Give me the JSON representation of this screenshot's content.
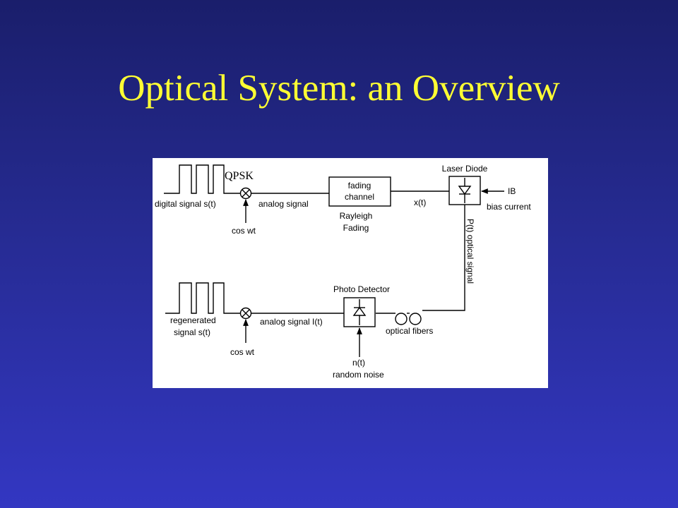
{
  "slide": {
    "title": "Optical System: an Overview",
    "title_color": "#ffff33",
    "background_top": "#1a1e6b",
    "background_bottom": "#3337c2"
  },
  "diagram": {
    "transmitter": {
      "modulation_label": "QPSK",
      "input_label": "digital signal s(t)",
      "carrier_label": "cos wt",
      "output_label": "analog signal"
    },
    "channel": {
      "box_line1": "fading",
      "box_line2": "channel",
      "caption_line1": "Rayleigh",
      "caption_line2": "Fading",
      "output_label": "x(t)"
    },
    "laser": {
      "title": "Laser Diode",
      "bias_symbol": "IB",
      "bias_label": "bias current",
      "output_label": "P(t) optical signal"
    },
    "fiber": {
      "label": "optical fibers"
    },
    "detector": {
      "title": "Photo Detector",
      "noise_label": "n(t)",
      "noise_caption": "random noise",
      "output_label": "analog signal I(t)"
    },
    "receiver": {
      "output_line1": "regenerated",
      "output_line2": "signal s(t)",
      "carrier_label": "cos wt"
    }
  }
}
